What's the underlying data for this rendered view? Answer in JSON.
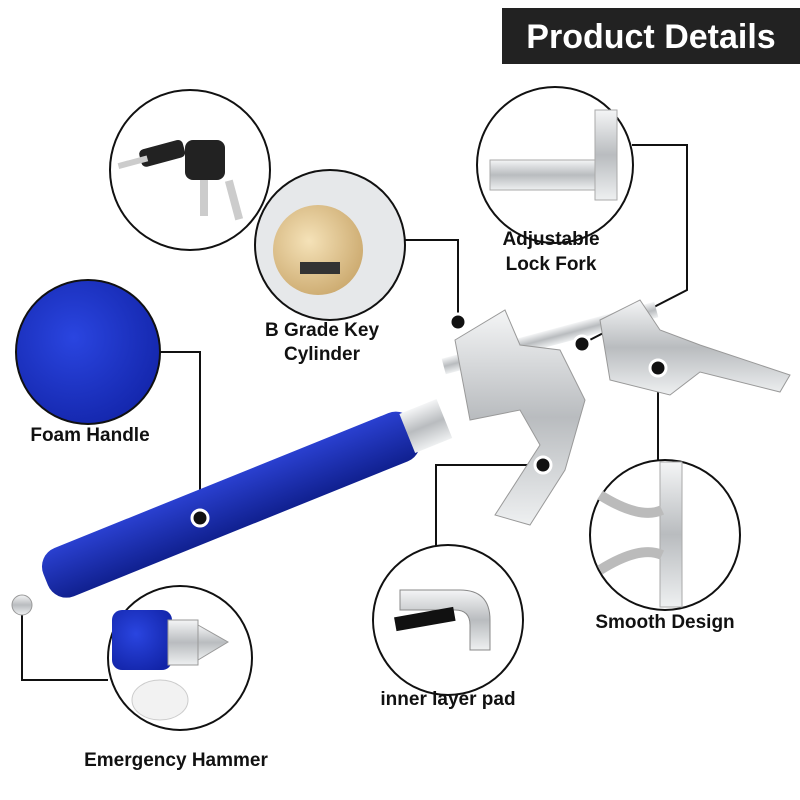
{
  "header": {
    "title": "Product Details"
  },
  "labels": {
    "key_cylinder_line1": "B Grade Key",
    "key_cylinder_line2": "Cylinder",
    "lock_fork_line1": "Adjustable",
    "lock_fork_line2": "Lock Fork",
    "foam_handle": "Foam Handle",
    "smooth_design": "Smooth Design",
    "inner_pad": "inner layer pad",
    "emergency_hammer": "Emergency Hammer"
  },
  "colors": {
    "handle_blue": "#1a2fb8",
    "header_bg": "#222222",
    "chrome": "#d8dadc"
  }
}
